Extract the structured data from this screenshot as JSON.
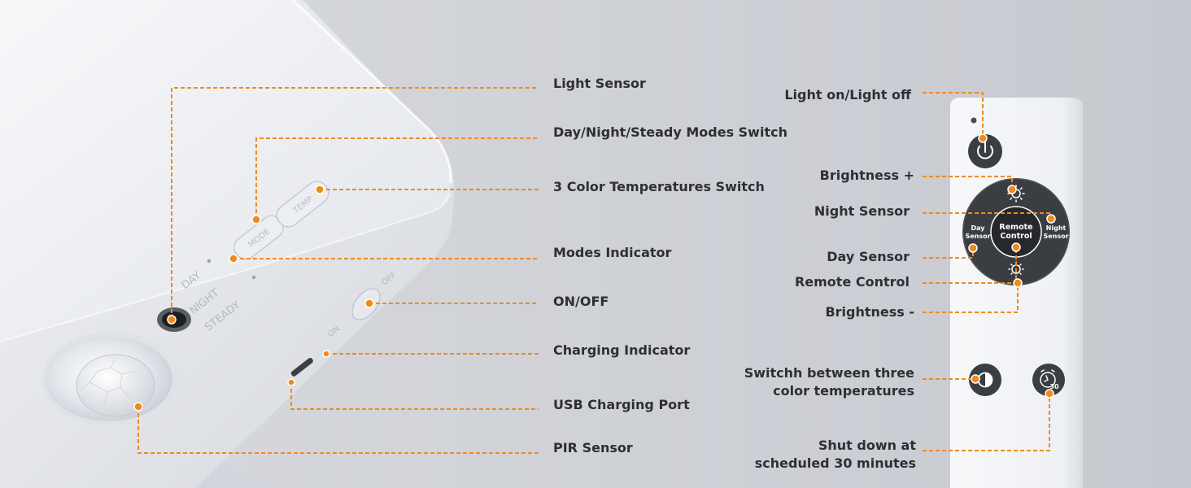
{
  "colors": {
    "accent": "#f08a1f",
    "background": "#c9ccd2",
    "device": "#eef0f3",
    "remote_body": "#f5f6f8",
    "remote_dark": "#3a3d41"
  },
  "device_markings": {
    "mode_button": "MODE",
    "temp_button": "TEMP",
    "indicator_day": "DAY",
    "indicator_night": "NIGHT",
    "indicator_steady": "STEADY",
    "switch_on": "ON",
    "switch_off": "OFF"
  },
  "device_callouts": {
    "light_sensor": "Light Sensor",
    "modes_switch": "Day/Night/Steady Modes Switch",
    "color_temp_switch": "3 Color Temperatures Switch",
    "modes_indicator": "Modes Indicator",
    "on_off": "ON/OFF",
    "charging_indicator": "Charging Indicator",
    "usb_port": "USB Charging Port",
    "pir_sensor": "PIR Sensor"
  },
  "remote_markings": {
    "center_line1": "Remote",
    "center_line2": "Control",
    "day_line1": "Day",
    "day_line2": "Sensor",
    "night_line1": "Night",
    "night_line2": "Sensor",
    "timer_number": "30"
  },
  "remote_icons": [
    "power-icon",
    "brightness-up-icon",
    "brightness-down-icon",
    "color-temperature-icon",
    "timer-30-icon"
  ],
  "remote_callouts": {
    "light_toggle": "Light on/Light off",
    "brightness_up": "Brightness +",
    "night_sensor": "Night Sensor",
    "day_sensor": "Day Sensor",
    "remote_control": "Remote Control",
    "brightness_down": "Brightness -",
    "color_temp_line1": "Switchh between three",
    "color_temp_line2": "color temperatures",
    "timer_line1": "Shut down at",
    "timer_line2": "scheduled 30 minutes"
  }
}
